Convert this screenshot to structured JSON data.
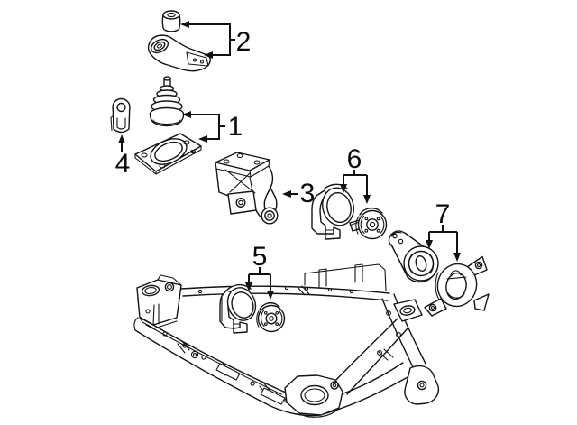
{
  "figure": {
    "background_color": "#ffffff",
    "line_color": "#141414",
    "accent_color": "#111111"
  },
  "callouts": [
    {
      "label": "1"
    },
    {
      "label": "2"
    },
    {
      "label": "3"
    },
    {
      "label": "4"
    },
    {
      "label": "5"
    },
    {
      "label": "6"
    },
    {
      "label": "7"
    }
  ]
}
